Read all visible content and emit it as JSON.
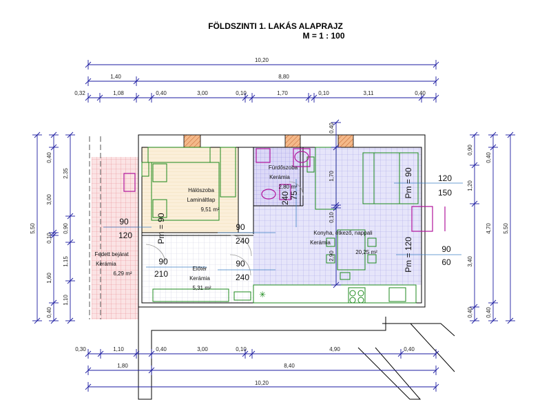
{
  "title": {
    "line1": "FÖLDSZINTI 1. LAKÁS ALAPRAJZ",
    "line2": "M = 1 : 100"
  },
  "dims": {
    "top": {
      "row1": [
        "10,20"
      ],
      "row2": [
        "1,40",
        "8,80"
      ],
      "row3": [
        "0,32",
        "1,08",
        "0,40",
        "3,00",
        "0,10",
        "1,70",
        "0,10",
        "3,11",
        "0,40"
      ]
    },
    "bottom": {
      "row1": [
        "0,30",
        "1,10",
        "0,40",
        "3,00",
        "0,10",
        "4,90",
        "0,40"
      ],
      "row2": [
        "1,80",
        "8,40"
      ],
      "row3": [
        "10,20"
      ]
    },
    "left": {
      "outer": "5,50",
      "mid": [
        "0,40",
        "3,00",
        "0,10",
        "1,60",
        "0,40"
      ],
      "inner": [
        "2,35",
        "0,90",
        "1,15",
        "1,10"
      ]
    },
    "right": {
      "inner": [
        "0,90",
        "1,20",
        "3,40",
        "0,40"
      ],
      "mid": [
        "0,40",
        "4,70",
        "0,40"
      ],
      "outer": "5,50"
    },
    "inside": {
      "bath_top": "0,40",
      "kitchen_1": "1,70",
      "kitchen_2": "0,10",
      "kitchen_3": "2,90"
    }
  },
  "rooms": {
    "bedroom": {
      "name": "Hálószoba",
      "floor": "Lamináltlap",
      "area": "9,51 m²"
    },
    "bathroom": {
      "name": "Fürdőszoba",
      "floor": "Kerámia",
      "area": "2,80 m²"
    },
    "kitchen": {
      "name": "Konyha, étkező, nappali",
      "floor": "Kerámia",
      "area": "20,25 m²"
    },
    "porch": {
      "name": "Fedett bejárat",
      "floor": "Kerámia",
      "area": "6,29 m²"
    },
    "hall": {
      "name": "Előtér",
      "floor": "Kerámia",
      "area": "5,31 m²"
    }
  },
  "openings": {
    "porch_window": {
      "width": "90",
      "height": "120"
    },
    "bedroom_window_pm": "Pm = 90",
    "bedroom_door": {
      "width": "90",
      "height": "240"
    },
    "entry_door": {
      "width": "90",
      "height": "210"
    },
    "hall_door": {
      "width": "90",
      "height": "240"
    },
    "bath_door": {
      "width": "75",
      "height": "240"
    },
    "kitchen_window_top": {
      "width": "120",
      "height": "150",
      "pm": "Pm = 90"
    },
    "kitchen_window_right": {
      "width": "90",
      "height": "60",
      "pm": "Pm = 120"
    }
  },
  "colors": {
    "wall": "#000000",
    "dim_line": "#1a1aa0",
    "furniture": "#1c8a1c",
    "sanitary": "#b0139b",
    "porch_tile": "#f2a8ab",
    "kitchen_tile": "#c9c8f0",
    "bath_tile": "#bdb8ee",
    "laminate": "#f5e3c2",
    "chimney": "#e8a070"
  }
}
